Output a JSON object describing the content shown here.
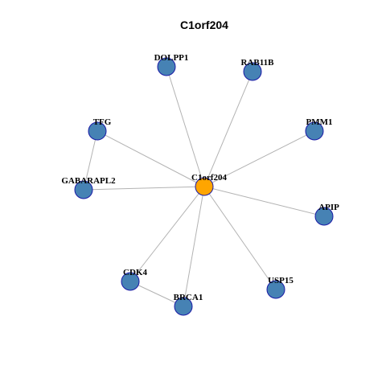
{
  "title": "C1orf204",
  "colors": {
    "center_node": "#FFA500",
    "neighbor_node": "#4682B4",
    "node_border": "#1A1AA6",
    "edge": "#B3B3B3"
  },
  "nodes": [
    {
      "id": "C1orf204",
      "label": "C1orf204",
      "role": "center"
    },
    {
      "id": "DOLPP1",
      "label": "DOLPP1",
      "role": "neighbor"
    },
    {
      "id": "RAB11B",
      "label": "RAB11B",
      "role": "neighbor"
    },
    {
      "id": "TFG",
      "label": "TFG",
      "role": "neighbor"
    },
    {
      "id": "PMM1",
      "label": "PMM1",
      "role": "neighbor"
    },
    {
      "id": "GABARAPL2",
      "label": "GABARAPL2",
      "role": "neighbor"
    },
    {
      "id": "APIP",
      "label": "APIP",
      "role": "neighbor"
    },
    {
      "id": "CDK4",
      "label": "CDK4",
      "role": "neighbor"
    },
    {
      "id": "USP15",
      "label": "USP15",
      "role": "neighbor"
    },
    {
      "id": "BRCA1",
      "label": "BRCA1",
      "role": "neighbor"
    }
  ],
  "edges": [
    [
      "C1orf204",
      "DOLPP1"
    ],
    [
      "C1orf204",
      "RAB11B"
    ],
    [
      "C1orf204",
      "TFG"
    ],
    [
      "C1orf204",
      "PMM1"
    ],
    [
      "C1orf204",
      "GABARAPL2"
    ],
    [
      "C1orf204",
      "APIP"
    ],
    [
      "C1orf204",
      "CDK4"
    ],
    [
      "C1orf204",
      "USP15"
    ],
    [
      "C1orf204",
      "BRCA1"
    ],
    [
      "TFG",
      "GABARAPL2"
    ],
    [
      "CDK4",
      "BRCA1"
    ]
  ]
}
